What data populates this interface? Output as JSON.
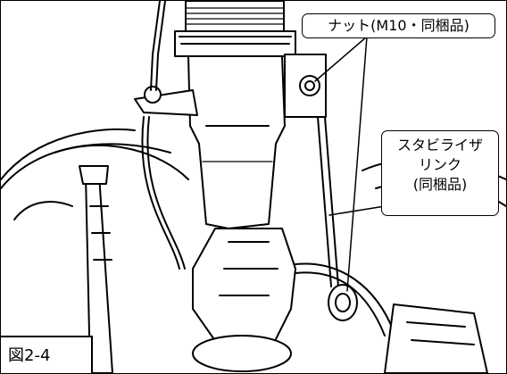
{
  "figure_label": "図2-4",
  "callouts": {
    "nut": "ナット(M10・同梱品)",
    "stabilizer_link": [
      "スタビライザ",
      "リンク",
      "(同梱品)"
    ]
  }
}
